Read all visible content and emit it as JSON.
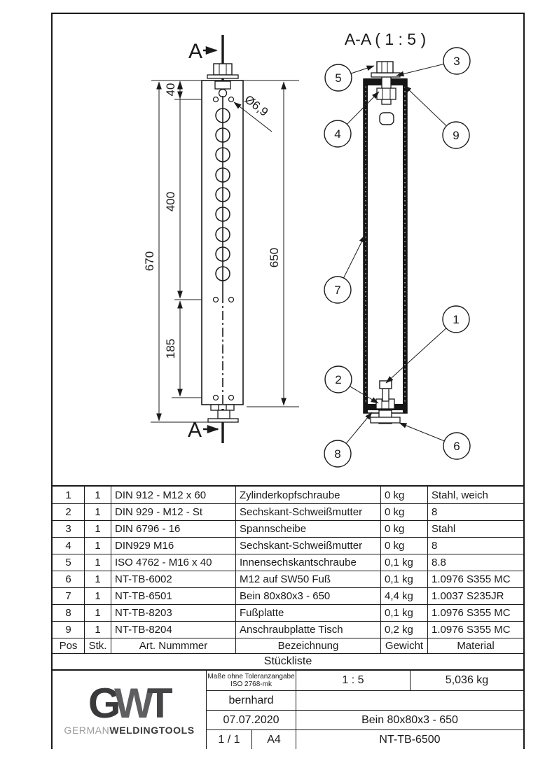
{
  "drawing": {
    "section_letter": "A",
    "front_view": {
      "dim_670": "670",
      "dim_400": "400",
      "dim_185": "185",
      "dim_40": "40",
      "dim_650": "650",
      "dia_label": "Ø6,9"
    },
    "section_view": {
      "title": "A-A ( 1 : 5 )",
      "balloons": {
        "b1": "1",
        "b2": "2",
        "b3": "3",
        "b4": "4",
        "b5": "5",
        "b6": "6",
        "b7": "7",
        "b8": "8",
        "b9": "9"
      }
    }
  },
  "parts_table": {
    "headers": {
      "pos": "Pos",
      "qty": "Stk.",
      "art": "Art. Nummmer",
      "name": "Bezeichnung",
      "weight": "Gewicht",
      "material": "Material"
    },
    "rows": [
      {
        "pos": "1",
        "qty": "1",
        "art": "DIN 912 - M12 x 60",
        "name": "Zylinderkopfschraube",
        "weight": "0 kg",
        "material": "Stahl, weich"
      },
      {
        "pos": "2",
        "qty": "1",
        "art": "DIN 929 - M12 - St",
        "name": "Sechskant-Schweißmutter",
        "weight": "0 kg",
        "material": "8"
      },
      {
        "pos": "3",
        "qty": "1",
        "art": "DIN 6796 - 16",
        "name": "Spannscheibe",
        "weight": "0 kg",
        "material": "Stahl"
      },
      {
        "pos": "4",
        "qty": "1",
        "art": "DIN929 M16",
        "name": "Sechskant-Schweißmutter",
        "weight": "0 kg",
        "material": "8"
      },
      {
        "pos": "5",
        "qty": "1",
        "art": "ISO 4762  - M16 x 40",
        "name": "Innensechskantschraube",
        "weight": "0,1 kg",
        "material": "8.8"
      },
      {
        "pos": "6",
        "qty": "1",
        "art": "NT-TB-6002",
        "name": "M12 auf SW50 Fuß",
        "weight": "0,1 kg",
        "material": "1.0976 S355 MC"
      },
      {
        "pos": "7",
        "qty": "1",
        "art": "NT-TB-6501",
        "name": "Bein 80x80x3 - 650",
        "weight": "4,4 kg",
        "material": "1.0037 S235JR"
      },
      {
        "pos": "8",
        "qty": "1",
        "art": "NT-TB-8203",
        "name": "Fußplatte",
        "weight": "0,1 kg",
        "material": "1.0976 S355 MC"
      },
      {
        "pos": "9",
        "qty": "1",
        "art": "NT-TB-8204",
        "name": "Anschraubplatte Tisch",
        "weight": "0,2 kg",
        "material": "1.0976 S355 MC"
      }
    ],
    "footer": "Stückliste"
  },
  "title_block": {
    "tolerance_line1": "Maße ohne Toleranzangabe",
    "tolerance_line2": "ISO 2768-mk",
    "scale": "1 : 5",
    "weight": "5,036 kg",
    "author": "bernhard",
    "date": "07.07.2020",
    "part_name": "Bein 80x80x3 - 650",
    "sheet": "1 / 1",
    "format": "A4",
    "drawing_number": "NT-TB-6500",
    "logo": {
      "g": "G",
      "w": "W",
      "t": "T",
      "line_light": "GERMAN",
      "line_bold": "WELDINGTOOLS"
    }
  },
  "colors": {
    "line": "#1a1a1a",
    "logo_dark": "#3a3a3c",
    "logo_mid": "#5e5e60",
    "logo_light": "#9c9c9e"
  }
}
